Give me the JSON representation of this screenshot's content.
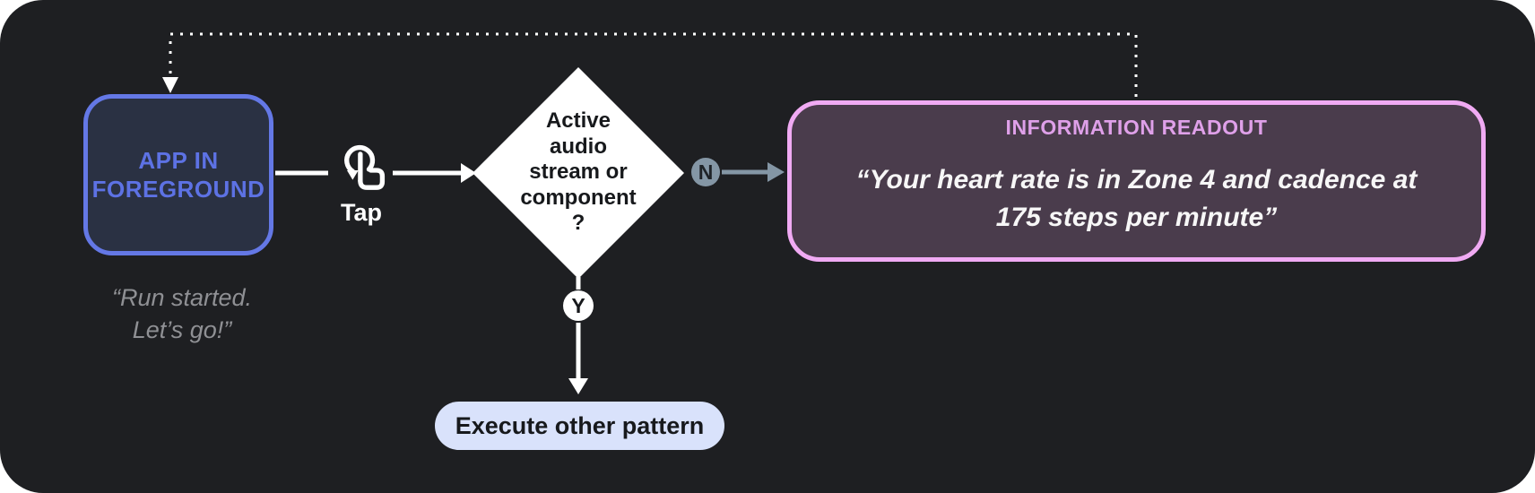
{
  "diagram": {
    "background_color": "#1e1f22",
    "page_background_color": "#ffffff",
    "connector_color": "#ffffff",
    "gray_connector_color": "#8496a5"
  },
  "app_node": {
    "title_lines": [
      "APP IN",
      "FOREGROUND"
    ],
    "border_color": "#6478e6",
    "fill_color": "#2a3143",
    "text_color": "#5d72e4",
    "quote_lines": [
      "“Run started.",
      "Let’s go!”"
    ],
    "quote_color": "#8f9094"
  },
  "tap_step": {
    "label": "Tap",
    "icon": "tap-gesture-icon",
    "color": "#ffffff"
  },
  "decision_node": {
    "lines": [
      "Active",
      "audio",
      "stream or",
      "component",
      "?"
    ],
    "fill_color": "#ffffff",
    "text_color": "#17191c"
  },
  "branches": {
    "no_label": "N",
    "no_badge_color": "#8496a5",
    "no_letter_color": "#1e2227",
    "yes_label": "Y",
    "yes_badge_color": "#ffffff",
    "yes_letter_color": "#17191c"
  },
  "readout_node": {
    "title": "INFORMATION READOUT",
    "title_color": "#dfa0e9",
    "border_color": "#f0aaf3",
    "fill_color": "#4a3c4c",
    "quote_lines": [
      "“Your heart rate is in Zone 4 and cadence at",
      "175 steps per minute”"
    ],
    "quote_color": "#f7f7f7"
  },
  "result_node": {
    "label": "Execute other pattern",
    "fill_color": "#d9e2fb",
    "text_color": "#17191c"
  }
}
